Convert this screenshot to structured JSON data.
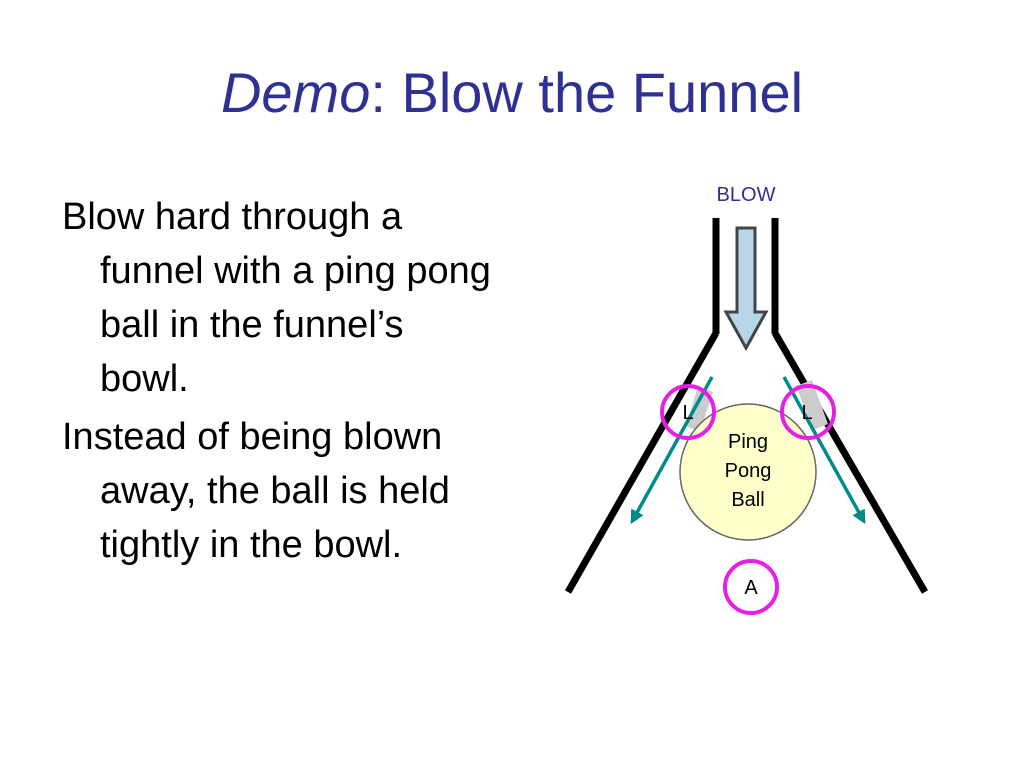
{
  "slide": {
    "title_emphasis": "Demo",
    "title_rest": ": Blow the Funnel",
    "bullets": [
      "Blow hard through a funnel with a ping pong ball in the funnel’s bowl.",
      "Instead of being blown away, the ball is held tightly in the bowl."
    ]
  },
  "diagram": {
    "blow_label": "BLOW",
    "ball_label_lines": [
      "Ping",
      "Pong",
      "Ball"
    ],
    "low_pressure_label": "L",
    "high_pressure_label": "A",
    "colors": {
      "title": "#2e3192",
      "blow_label": "#2e3192",
      "funnel": "#000000",
      "arrow_fill": "#b7d7e8",
      "ball_fill": "#ffffcc",
      "flow_arrows": "#008b8b",
      "pressure_circles": "#e61ee6"
    }
  }
}
